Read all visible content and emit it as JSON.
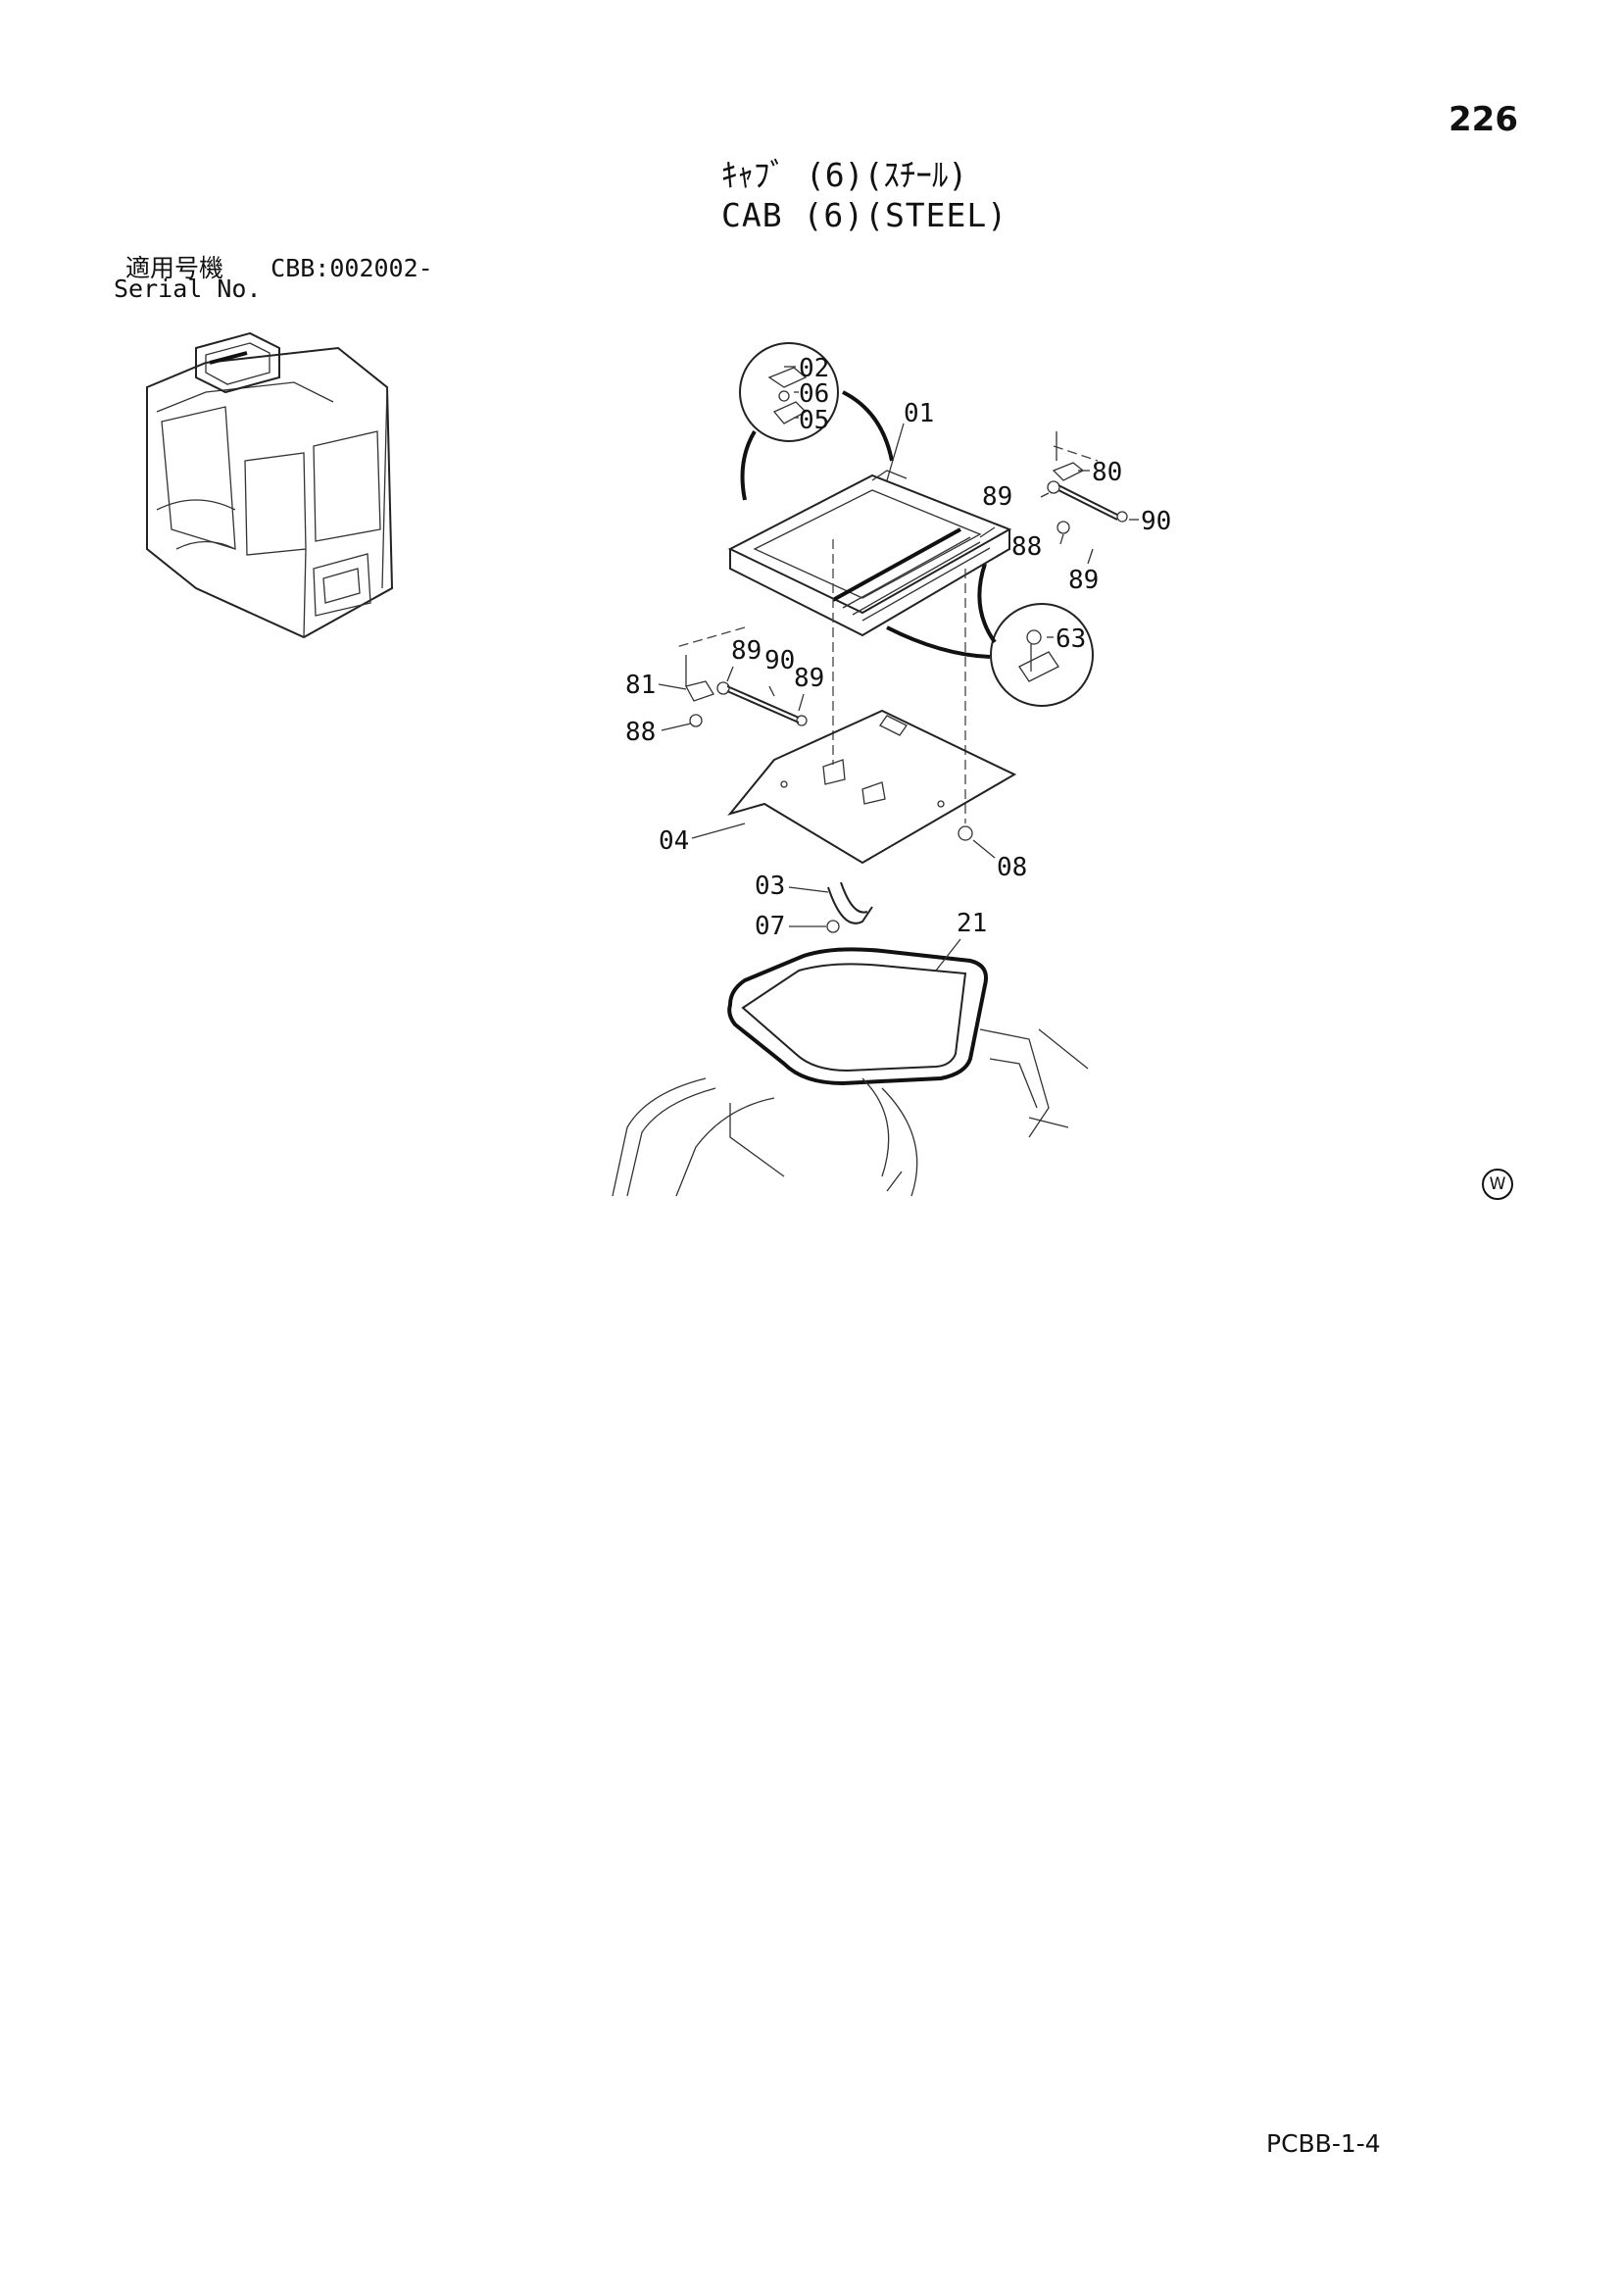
{
  "page": {
    "number": "226",
    "title_jp": "ｷｬﾌﾞ (6)(ｽﾁｰﾙ)",
    "title_en": "CAB (6)(STEEL)",
    "serial_label_jp": "適用号機",
    "serial_value": "CBB:002002-",
    "serial_label_en": "Serial No.",
    "footer_code": "PCBB-1-4",
    "watermark_mark": "W"
  },
  "callouts": [
    {
      "id": "c02",
      "label": "02"
    },
    {
      "id": "c06",
      "label": "06"
    },
    {
      "id": "c05",
      "label": "05"
    },
    {
      "id": "c01",
      "label": "01"
    },
    {
      "id": "c80",
      "label": "80"
    },
    {
      "id": "c89a",
      "label": "89"
    },
    {
      "id": "c90a",
      "label": "90"
    },
    {
      "id": "c88a",
      "label": "88"
    },
    {
      "id": "c89b",
      "label": "89"
    },
    {
      "id": "c63",
      "label": "63"
    },
    {
      "id": "c89c",
      "label": "89"
    },
    {
      "id": "c90b",
      "label": "90"
    },
    {
      "id": "c89d",
      "label": "89"
    },
    {
      "id": "c81",
      "label": "81"
    },
    {
      "id": "c88b",
      "label": "88"
    },
    {
      "id": "c04",
      "label": "04"
    },
    {
      "id": "c08",
      "label": "08"
    },
    {
      "id": "c03",
      "label": "03"
    },
    {
      "id": "c07",
      "label": "07"
    },
    {
      "id": "c21",
      "label": "21"
    }
  ]
}
